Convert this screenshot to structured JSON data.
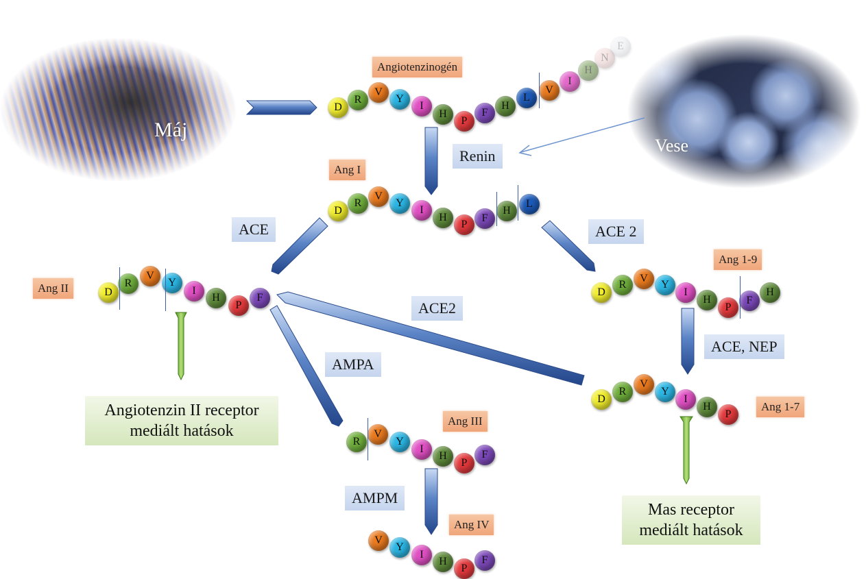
{
  "organs": {
    "liver_label": "Máj",
    "kidney_label": "Vese"
  },
  "labels": {
    "angiotensinogen": "Angiotenzinogén",
    "ang1": "Ang I",
    "ang2": "Ang II",
    "ang19": "Ang 1-9",
    "ang17": "Ang 1-7",
    "ang3": "Ang III",
    "ang4": "Ang IV"
  },
  "enzymes": {
    "renin": "Renin",
    "ace_left": "ACE",
    "ace2_right": "ACE 2",
    "ace2_middle": "ACE2",
    "ace_nep": "ACE, NEP",
    "ampa": "AMPA",
    "ampm": "AMPM"
  },
  "effects": {
    "at2_line1": "Angiotenzin II receptor",
    "at2_line2": "mediált hatások",
    "mas_line1": "Mas receptor",
    "mas_line2": "mediált hatások"
  },
  "residue_colors": {
    "D": "#f2ee2c",
    "R": "#6fae3b",
    "V": "#ea7a1e",
    "Y": "#2bb6e4",
    "I": "#e04fc3",
    "H": "#5e8a3a",
    "P": "#e4393c",
    "F": "#7b48b8",
    "L": "#1c5ab8",
    "N": "#e8b7b6",
    "E": "#d7dbe6"
  },
  "peptides": {
    "angiotensinogen": [
      "D",
      "R",
      "V",
      "Y",
      "I",
      "H",
      "P",
      "F",
      "H",
      "L",
      "V",
      "I",
      "H",
      "N",
      "E"
    ],
    "ang1": [
      "D",
      "R",
      "V",
      "Y",
      "I",
      "H",
      "P",
      "F",
      "H",
      "L"
    ],
    "ang2": [
      "D",
      "R",
      "V",
      "Y",
      "I",
      "H",
      "P",
      "F"
    ],
    "ang19": [
      "D",
      "R",
      "V",
      "Y",
      "I",
      "H",
      "P",
      "F",
      "H"
    ],
    "ang17": [
      "D",
      "R",
      "V",
      "Y",
      "I",
      "H",
      "P"
    ],
    "ang3": [
      "R",
      "V",
      "Y",
      "I",
      "H",
      "P",
      "F"
    ],
    "ang4": [
      "V",
      "Y",
      "I",
      "H",
      "P",
      "F"
    ]
  }
}
